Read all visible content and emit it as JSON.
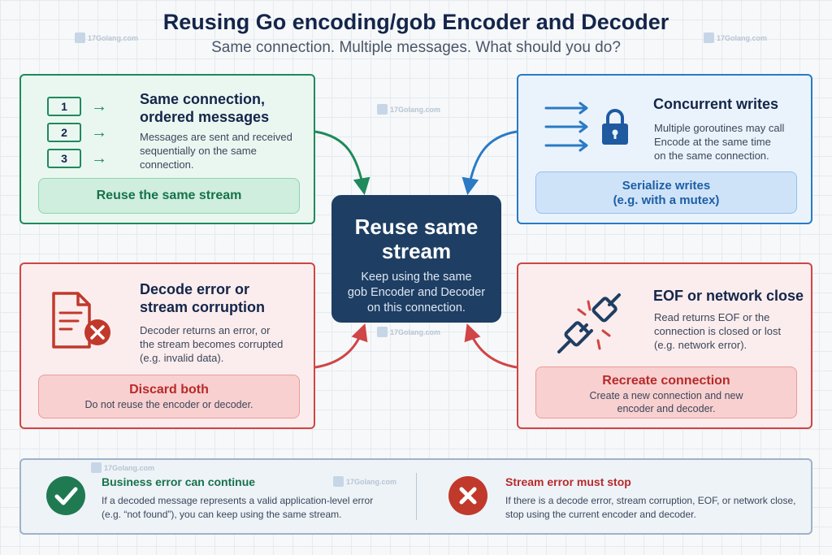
{
  "header": {
    "title": "Reusing Go encoding/gob Encoder and Decoder",
    "subtitle": "Same connection. Multiple messages. What should you do?"
  },
  "watermark": "17Golang.com",
  "cards": {
    "ordered": {
      "heading_line1": "Same connection,",
      "heading_line2": "ordered messages",
      "desc_line1": "Messages are sent and received",
      "desc_line2": "sequentially on the same",
      "desc_line3": "connection.",
      "steps": [
        "1",
        "2",
        "3"
      ],
      "action": "Reuse the same stream"
    },
    "concurrent": {
      "heading": "Concurrent writes",
      "desc_line1": "Multiple goroutines may call",
      "desc_line2": "Encode at the same time",
      "desc_line3": "on the same connection.",
      "action_line1": "Serialize writes",
      "action_line2": "(e.g. with a mutex)"
    },
    "decode_error": {
      "heading_line1": "Decode error or",
      "heading_line2": "stream corruption",
      "desc_line1": "Decoder returns an error, or",
      "desc_line2": "the stream becomes corrupted",
      "desc_line3": "(e.g. invalid data).",
      "action": "Discard both",
      "action_sub": "Do not reuse the encoder or decoder."
    },
    "eof": {
      "heading": "EOF or network close",
      "desc_line1": "Read returns EOF or the",
      "desc_line2": "connection is closed or lost",
      "desc_line3": "(e.g. network error).",
      "action": "Recreate connection",
      "action_sub_line1": "Create a new connection and new",
      "action_sub_line2": "encoder and decoder."
    }
  },
  "center": {
    "title_line1": "Reuse same",
    "title_line2": "stream",
    "text_line1": "Keep using the same",
    "text_line2": "gob Encoder and Decoder",
    "text_line3": "on this connection."
  },
  "footer": {
    "business": {
      "title": "Business error can continue",
      "text_line1": "If a decoded message represents a valid application-level error",
      "text_line2": "(e.g. “not found”), you can keep using the same stream."
    },
    "stream": {
      "title": "Stream error must stop",
      "text_line1": "If there is a decode error, stream corruption, EOF, or network close,",
      "text_line2": "stop using the current encoder and decoder."
    }
  },
  "colors": {
    "green": "#1f8a5c",
    "blue": "#2a7ac4",
    "red": "#d04545",
    "navy": "#1e3e63"
  }
}
